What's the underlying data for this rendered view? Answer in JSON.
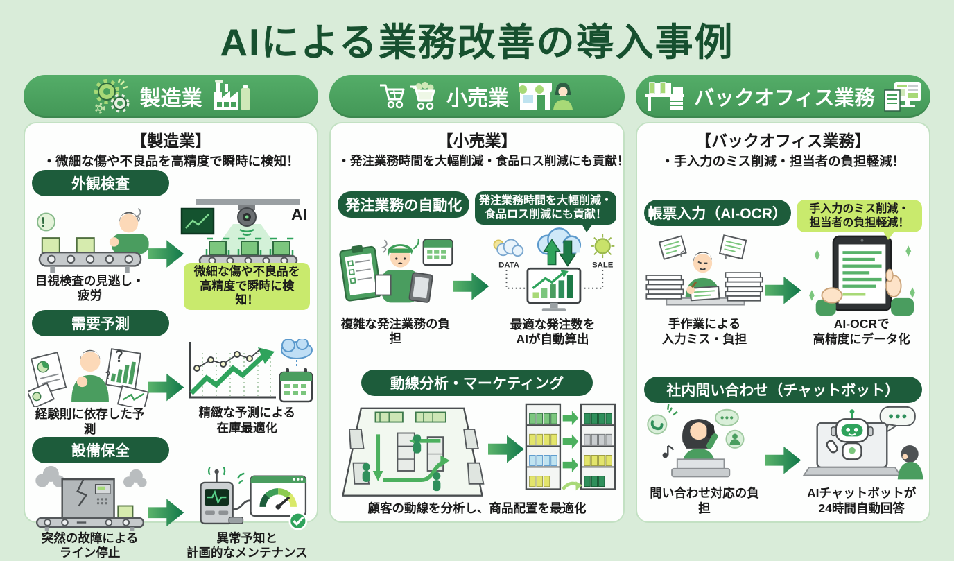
{
  "page": {
    "title": "AIによる業務改善の導入事例"
  },
  "colors": {
    "background": "#d9ecd9",
    "title_green": "#17502f",
    "pill_green": "#4aa25e",
    "dark_green": "#1d5c3b",
    "highlight_yellow_green": "#c9ea6d",
    "arrow_green": "#2fa35c"
  },
  "labels": {
    "ai": "AI",
    "data": "DATA",
    "sale": "SALE",
    "exclaim": "！",
    "question": "？"
  },
  "columns": [
    {
      "header": "製造業",
      "intro_title": "【製造業】",
      "intro_bullet": "・微細な傷や不良品を高精度で瞬時に検知！",
      "sections": [
        {
          "pill": "外観検査",
          "left_caption": "目視検査の見逃し・疲労",
          "right_l1": "微細な傷や不良品を",
          "right_l2": "高精度で瞬時に検知！"
        },
        {
          "pill": "需要予測",
          "left_caption": "経験則に依存した予測",
          "right_l1": "精緻な予測による",
          "right_l2": "在庫最適化"
        },
        {
          "pill": "設備保全",
          "left_l1": "突然の故障による",
          "left_l2": "ライン停止",
          "right_l1": "異常予知と",
          "right_l2": "計画的なメンテナンス"
        }
      ]
    },
    {
      "header": "小売業",
      "intro_title": "【小売業】",
      "intro_bullet": "・発注業務時間を大幅削減・食品ロス削減にも貢献！",
      "sections": [
        {
          "pill": "発注業務の自動化",
          "bubble_l1": "発注業務時間を大幅削減・",
          "bubble_l2": "食品ロス削減にも貢献！",
          "left_caption": "複雑な発注業務の負担",
          "right_l1": "最適な発注数を",
          "right_l2": "AIが自動算出"
        },
        {
          "pill": "動線分析・マーケティング",
          "caption": "顧客の動線を分析し、商品配置を最適化"
        }
      ]
    },
    {
      "header": "バックオフィス業務",
      "intro_title": "【バックオフィス業務】",
      "intro_bullet": "・手入力のミス削減・担当者の負担軽減！",
      "sections": [
        {
          "pill": "帳票入力（AI-OCR）",
          "bubble_l1": "手入力のミス削減・",
          "bubble_l2": "担当者の負担軽減！",
          "left_l1": "手作業による",
          "left_l2": "入力ミス・負担",
          "right_l1": "AI-OCRで",
          "right_l2": "高精度にデータ化"
        },
        {
          "pill": "社内問い合わせ（チャットボット）",
          "left_caption": "問い合わせ対応の負担",
          "right_l1": "AIチャットボットが",
          "right_l2": "24時間自動回答"
        }
      ]
    }
  ]
}
